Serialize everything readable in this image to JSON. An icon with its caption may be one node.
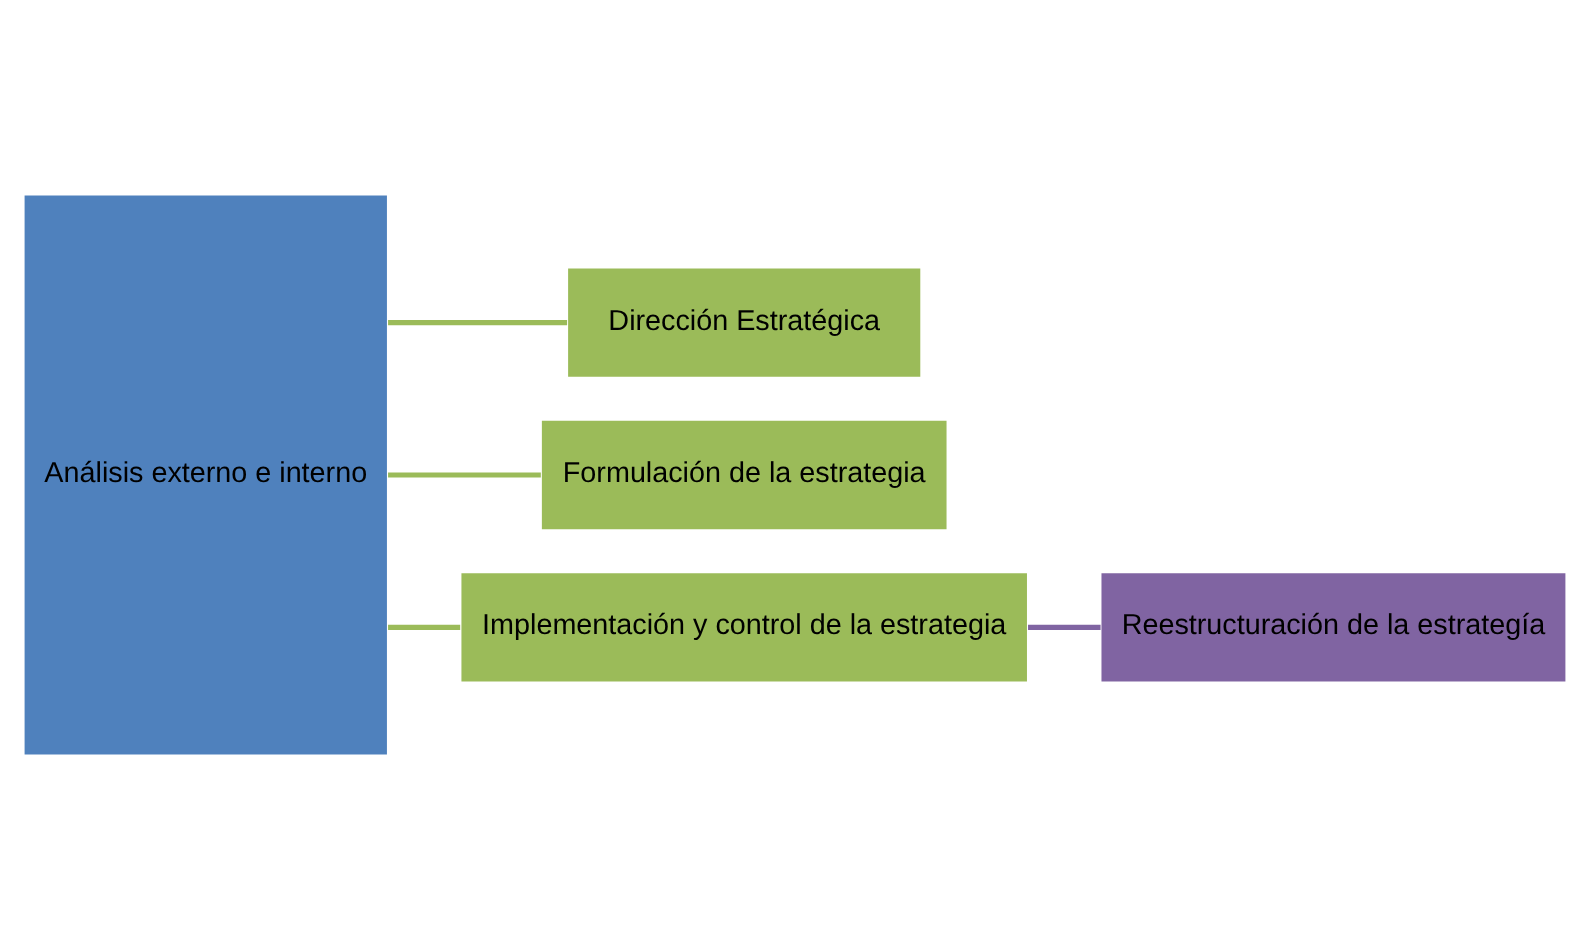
{
  "diagram": {
    "nodes": [
      {
        "text": [
          "Análisis externo e interno"
        ]
      },
      {
        "text": [
          "Dirección Estratégica"
        ]
      },
      {
        "text": [
          "Formulación de la estrategia"
        ]
      },
      {
        "text": [
          "Implementación y control de la estrategia"
        ]
      },
      {
        "text": [
          "Reestructuración de la estrategía"
        ]
      }
    ],
    "edges": [
      {
        "from": 0,
        "to": 1,
        "arrow": "none"
      },
      {
        "from": 0,
        "to": 2,
        "arrow": "none"
      },
      {
        "from": 0,
        "to": 3,
        "arrow": "none"
      },
      {
        "from": 3,
        "to": 4,
        "arrow": "none",
        "color": "#8064a2"
      }
    ]
  }
}
